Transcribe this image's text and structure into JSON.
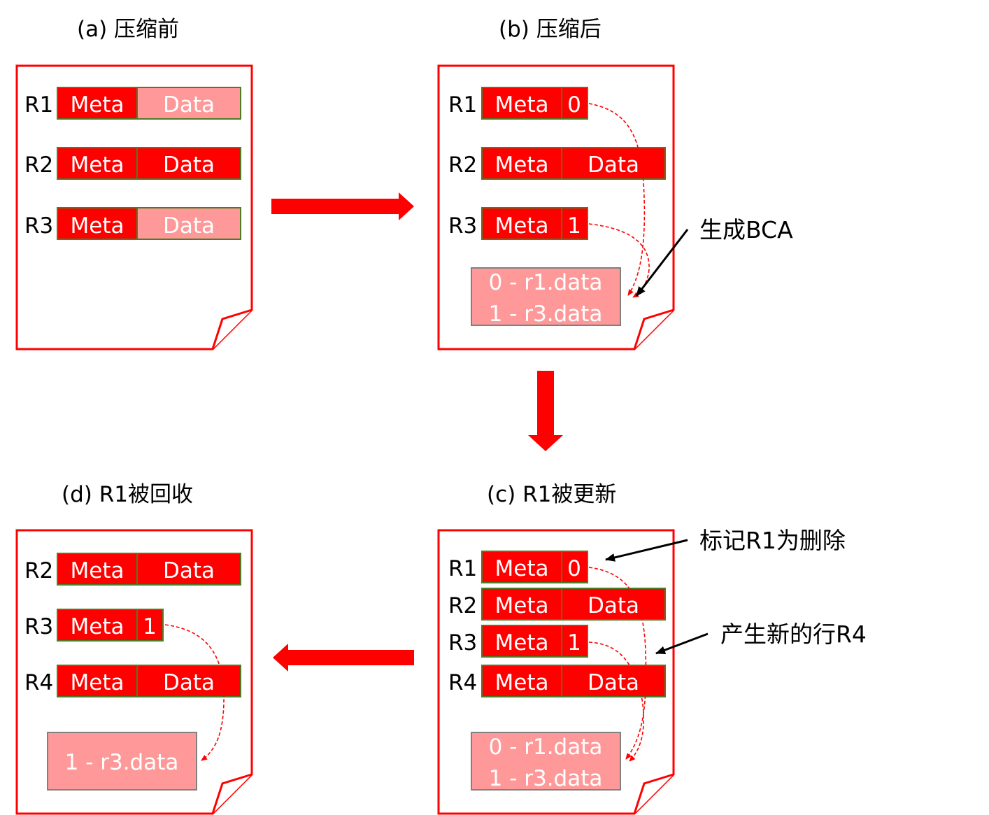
{
  "colors": {
    "page_border": "#ff0000",
    "meta_fill": "#ff0000",
    "data_fill_solid": "#ff0000",
    "data_fill_light": "#ff9999",
    "cell_border": "#4f7a28",
    "bca_fill": "#ff9999",
    "bca_border": "#808080",
    "arrow": "#ff0000",
    "dashed": "#ff0000"
  },
  "panels": {
    "a": {
      "title": "(a) 压缩前",
      "rows": [
        {
          "label": "R1",
          "meta": "Meta",
          "data": "Data"
        },
        {
          "label": "R2",
          "meta": "Meta",
          "data": "Data"
        },
        {
          "label": "R3",
          "meta": "Meta",
          "data": "Data"
        }
      ]
    },
    "b": {
      "title": "(b) 压缩后",
      "rows": [
        {
          "label": "R1",
          "meta": "Meta",
          "ref": "0"
        },
        {
          "label": "R2",
          "meta": "Meta",
          "data": "Data"
        },
        {
          "label": "R3",
          "meta": "Meta",
          "ref": "1"
        }
      ],
      "bca": [
        "0 - r1.data",
        "1 - r3.data"
      ],
      "annotation": "生成BCA"
    },
    "c": {
      "title": "(c) R1被更新",
      "rows": [
        {
          "label": "R1",
          "meta": "Meta",
          "ref": "0"
        },
        {
          "label": "R2",
          "meta": "Meta",
          "data": "Data"
        },
        {
          "label": "R3",
          "meta": "Meta",
          "ref": "1"
        },
        {
          "label": "R4",
          "meta": "Meta",
          "data": "Data"
        }
      ],
      "bca": [
        "0 - r1.data",
        "1 - r3.data"
      ],
      "annotation_delete": "标记R1为删除",
      "annotation_new": "产生新的行R4"
    },
    "d": {
      "title": "(d) R1被回收",
      "rows": [
        {
          "label": "R2",
          "meta": "Meta",
          "data": "Data"
        },
        {
          "label": "R3",
          "meta": "Meta",
          "ref": "1"
        },
        {
          "label": "R4",
          "meta": "Meta",
          "data": "Data"
        }
      ],
      "bca": [
        "1 - r3.data"
      ]
    }
  }
}
